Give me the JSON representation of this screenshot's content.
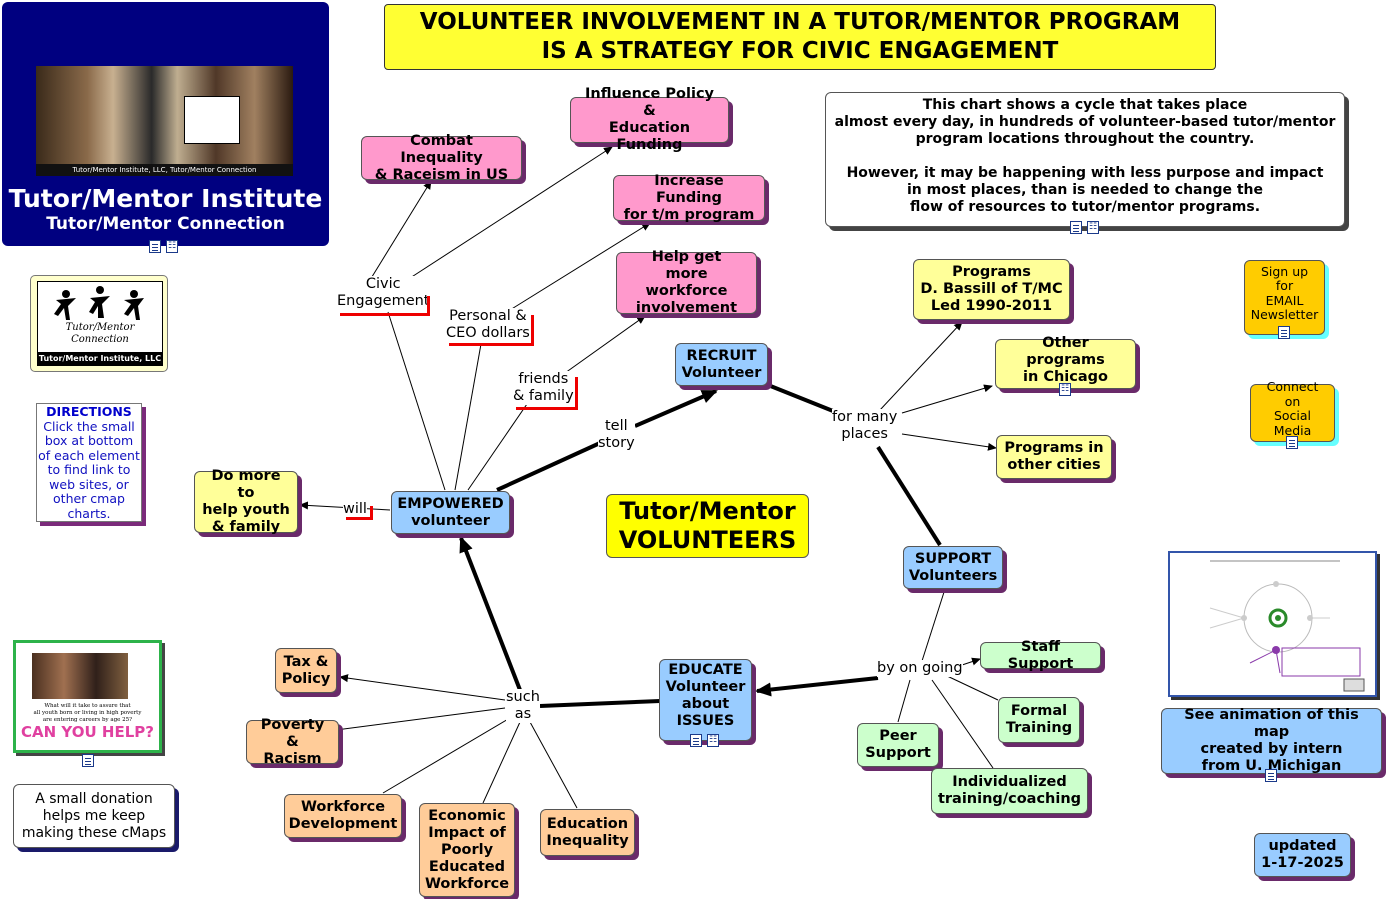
{
  "title": "VOLUNTEER INVOLVEMENT IN A TUTOR/MENTOR PROGRAM\nIS A STRATEGY FOR CIVIC ENGAGEMENT",
  "institute": {
    "title": "Tutor/Mentor Institute",
    "subtitle": "Tutor/Mentor Connection",
    "collage_caption": "Tutor/Mentor Institute, LLC, Tutor/Mentor Connection"
  },
  "logo": {
    "text": "Tutor/Mentor\nConnection",
    "bar": "Tutor/Mentor Institute, LLC"
  },
  "directions": {
    "heading": "DIRECTIONS",
    "body": "Click the small\nbox at bottom\nof each element\nto find link to\nweb sites, or\nother cmap\ncharts."
  },
  "poster": {
    "line1": "What will it take to assure that\nall youth born or living in high poverty\nare entering careers by age 25?",
    "headline": "CAN YOU HELP?"
  },
  "donation": "A small donation\nhelps me keep\nmaking these cMaps",
  "info": "This chart shows a cycle that takes place\nalmost every day, in hundreds of volunteer-based tutor/mentor\nprogram locations throughout the country.\n\nHowever, it may be happening with less purpose and impact\nin most places, than is needed to change the\nflow of resources to tutor/mentor programs.",
  "center_title": "Tutor/Mentor\nVOLUNTEERS",
  "nodes": {
    "combat": "Combat Inequality\n& Raceism in US",
    "influence": "Influence Policy &\nEducation Funding",
    "increase": "Increase Funding\nfor t/m program",
    "workforce_help": "Help get\nmore workforce\ninvolvement",
    "recruit": "RECRUIT\nVolunteer",
    "empowered": "EMPOWERED\nvolunteer",
    "do_more": "Do more to\nhelp youth\n& family",
    "programs_bassill": "Programs\nD. Bassill of T/MC\nLed 1990-2011",
    "other_chicago": "Other programs\nin Chicago",
    "other_cities": "Programs in\nother cities",
    "support": "SUPPORT\nVolunteers",
    "educate": "EDUCATE\nVolunteer\nabout\nISSUES",
    "tax": "Tax &\nPolicy",
    "poverty": "Poverty &\nRacism",
    "workforce_dev": "Workforce\nDevelopment",
    "economic": "Economic\nImpact of\nPoorly\nEducated\nWorkforce",
    "education_ineq": "Education\nInequality",
    "staff_support": "Staff Support",
    "formal_training": "Formal\nTraining",
    "peer_support": "Peer\nSupport",
    "individualized": "Individualized\ntraining/coaching",
    "signup": "Sign up\nfor\nEMAIL\nNewsletter",
    "social": "Connect on\nSocial\nMedia",
    "animation": "See animation of this map\ncreated by intern\nfrom U. Michigan",
    "updated": "updated\n1-17-2025"
  },
  "link_labels": {
    "civic": "Civic\nEngagement",
    "personal": "Personal &\nCEO dollars",
    "friends": "friends\n& family",
    "tell": "tell\nstory",
    "will": "will",
    "many": "for many\nplaces",
    "such": "such\nas",
    "ongoing": "by on going"
  },
  "colors": {
    "pink": "#ff99cc",
    "yellow": "#ffff99",
    "blue": "#99ccff",
    "orange": "#ffcc99",
    "green": "#ccffcc",
    "gold": "#ffcc00",
    "navy": "#000080",
    "title_yellow": "#ffff33"
  }
}
